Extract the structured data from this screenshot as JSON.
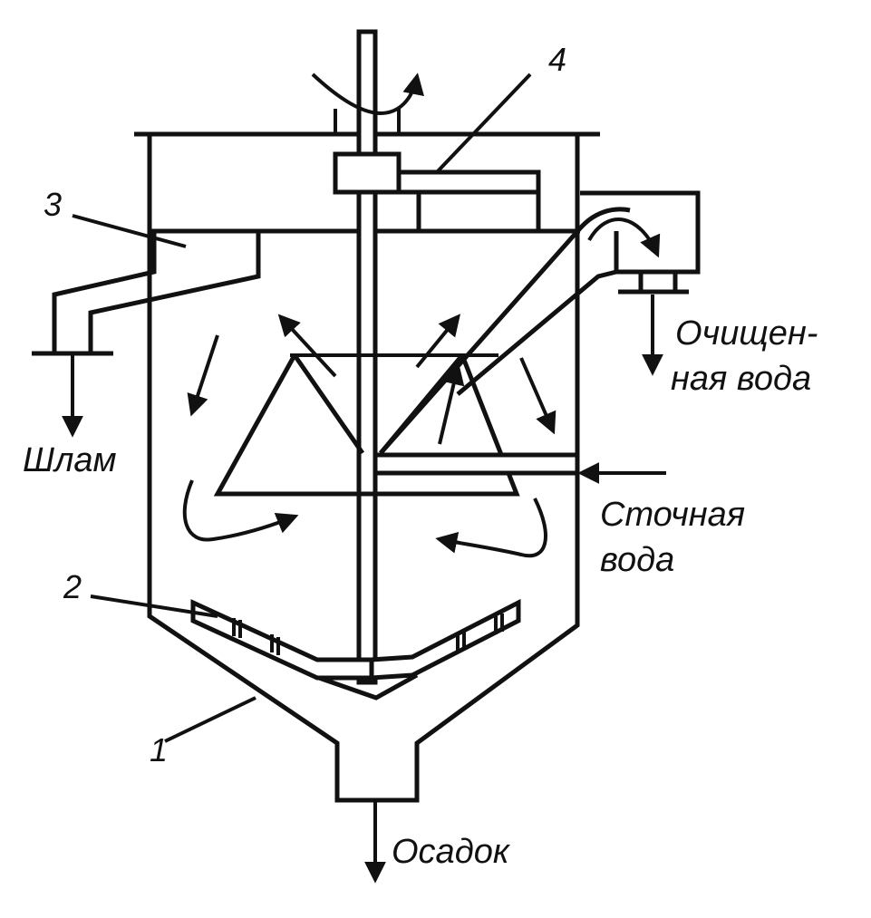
{
  "callouts": {
    "n1": "1",
    "n2": "2",
    "n3": "3",
    "n4": "4"
  },
  "labels": {
    "sludge": "Шлам",
    "treated_water_line1": "Очищен-",
    "treated_water_line2": "ная вода",
    "waste_water_line1": "Сточная",
    "waste_water_line2": "вода",
    "sediment": "Осадок"
  },
  "colors": {
    "line": "#111111",
    "background": "#ffffff"
  }
}
